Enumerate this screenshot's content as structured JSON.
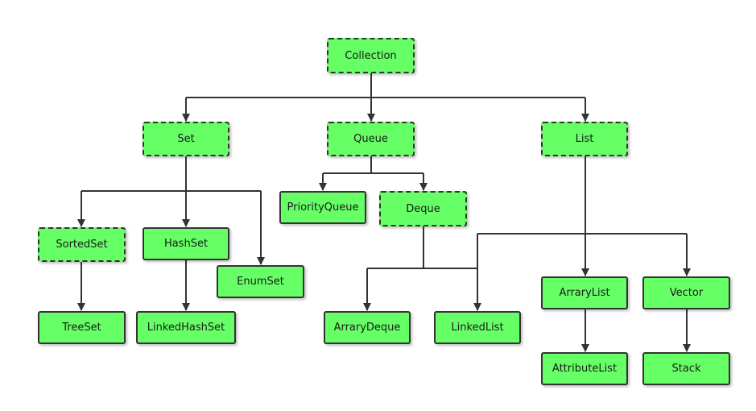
{
  "nodes": {
    "collection": "Collection",
    "set": "Set",
    "queue": "Queue",
    "list": "List",
    "sortedset": "SortedSet",
    "hashset": "HashSet",
    "enumset": "EnumSet",
    "priorityqueue": "PriorityQueue",
    "deque": "Deque",
    "treeset": "TreeSet",
    "linkedhashset": "LinkedHashSet",
    "arraydeque": "ArraryDeque",
    "linkedlist": "LinkedList",
    "arraylist": "ArraryList",
    "vector": "Vector",
    "attributelist": "AttributeList",
    "stack": "Stack"
  },
  "colors": {
    "node_fill": "#66ff66",
    "node_border": "#333333",
    "edge": "#333333"
  }
}
